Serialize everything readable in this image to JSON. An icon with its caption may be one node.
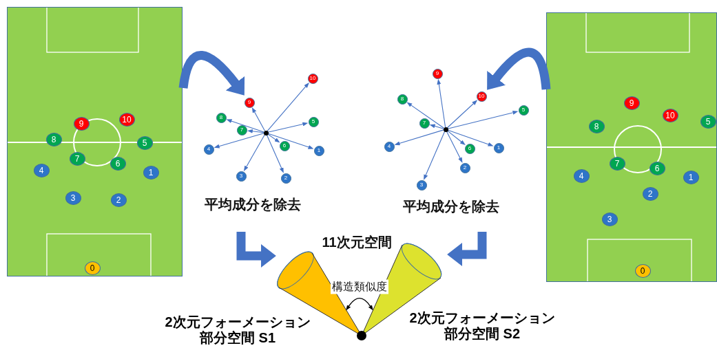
{
  "diagram": {
    "nodes": [
      {
        "text": [],
        "shape": "box"
      },
      {
        "text": [
          "9"
        ],
        "in": 0
      },
      {
        "text": [
          "10"
        ],
        "in": 0
      },
      {
        "text": [
          "8"
        ],
        "in": 0
      },
      {
        "text": [
          "5"
        ],
        "in": 0
      },
      {
        "text": [
          "7"
        ],
        "in": 0
      },
      {
        "text": [
          "6"
        ],
        "in": 0
      },
      {
        "text": [
          "4"
        ],
        "in": 0
      },
      {
        "text": [
          "1"
        ],
        "in": 0
      },
      {
        "text": [
          "3"
        ],
        "in": 0
      },
      {
        "text": [
          "2"
        ],
        "in": 0
      },
      {
        "text": [
          "0"
        ],
        "in": 0
      },
      {
        "text": [],
        "shape": "circle"
      },
      {
        "text": [
          "10"
        ]
      },
      {
        "text": [
          "9"
        ]
      },
      {
        "text": [
          "8"
        ]
      },
      {
        "text": [
          "5"
        ]
      },
      {
        "text": [
          "7"
        ]
      },
      {
        "text": [
          "6"
        ]
      },
      {
        "text": [
          "4"
        ]
      },
      {
        "text": [
          "1"
        ]
      },
      {
        "text": [
          "3"
        ]
      },
      {
        "text": [
          "2"
        ]
      },
      {
        "text": [],
        "shape": "cone",
        "beside": [
          "2次元フォーメーション部分空間 S1"
        ]
      },
      {
        "text": [],
        "shape": "cone",
        "beside": [
          "2次元フォーメーション部分空間 S2"
        ]
      },
      {
        "text": [],
        "shape": "circle"
      },
      {
        "text": [
          "9"
        ]
      },
      {
        "text": [
          "10"
        ]
      },
      {
        "text": [
          "8"
        ]
      },
      {
        "text": [
          "5"
        ]
      },
      {
        "text": [
          "7"
        ]
      },
      {
        "text": [
          "4"
        ]
      },
      {
        "text": [
          "1"
        ]
      },
      {
        "text": [
          "6"
        ]
      },
      {
        "text": [
          "2"
        ]
      },
      {
        "text": [
          "3"
        ]
      },
      {
        "text": [],
        "shape": "box"
      },
      {
        "text": [
          "9"
        ],
        "in": 36
      },
      {
        "text": [
          "10"
        ],
        "in": 36
      },
      {
        "text": [
          "5"
        ],
        "in": 36
      },
      {
        "text": [
          "8"
        ],
        "in": 36
      },
      {
        "text": [
          "7"
        ],
        "in": 36
      },
      {
        "text": [
          "6"
        ],
        "in": 36
      },
      {
        "text": [
          "4"
        ],
        "in": 36
      },
      {
        "text": [
          "1"
        ],
        "in": 36
      },
      {
        "text": [
          "2"
        ],
        "in": 36
      },
      {
        "text": [
          "3"
        ],
        "in": 36
      },
      {
        "text": [
          "0"
        ],
        "in": 36
      }
    ],
    "edges": [
      {
        "from": 0,
        "to": 14,
        "arrow": "to",
        "style": "thick"
      },
      {
        "from": 12,
        "to": 13,
        "arrow": "to"
      },
      {
        "from": 12,
        "to": 14,
        "arrow": "to"
      },
      {
        "from": 12,
        "to": 15,
        "arrow": "to"
      },
      {
        "from": 12,
        "to": 16,
        "arrow": "to"
      },
      {
        "from": 12,
        "to": 17,
        "arrow": "to"
      },
      {
        "from": 12,
        "to": 18,
        "arrow": "to"
      },
      {
        "from": 12,
        "to": 19,
        "arrow": "to"
      },
      {
        "from": 12,
        "to": 20,
        "arrow": "to"
      },
      {
        "from": 12,
        "to": 21,
        "arrow": "to"
      },
      {
        "from": 12,
        "to": 22,
        "arrow": "to"
      },
      {
        "from": null,
        "to": 23,
        "arrow": "to",
        "style": "thick"
      },
      {
        "from": 23,
        "to": 24,
        "arrow": "both",
        "label": "構造類似度",
        "color": "#000000"
      },
      {
        "from": null,
        "to": 24,
        "arrow": "to",
        "style": "thick"
      },
      {
        "from": 25,
        "to": 26,
        "arrow": "to"
      },
      {
        "from": 25,
        "to": 27,
        "arrow": "to"
      },
      {
        "from": 25,
        "to": 28,
        "arrow": "to"
      },
      {
        "from": 25,
        "to": 29,
        "arrow": "to"
      },
      {
        "from": 25,
        "to": 30,
        "arrow": "to"
      },
      {
        "from": 25,
        "to": 31,
        "arrow": "to"
      },
      {
        "from": 25,
        "to": 32,
        "arrow": "to"
      },
      {
        "from": 25,
        "to": 33,
        "arrow": "to"
      },
      {
        "from": 25,
        "to": 34,
        "arrow": "to"
      },
      {
        "from": 25,
        "to": 35,
        "arrow": "to"
      },
      {
        "from": 36,
        "to": 27,
        "arrow": "to",
        "style": "thick"
      }
    ],
    "labels": [
      "平均成分を除去",
      "平均成分を除去",
      "11次元空間"
    ]
  }
}
